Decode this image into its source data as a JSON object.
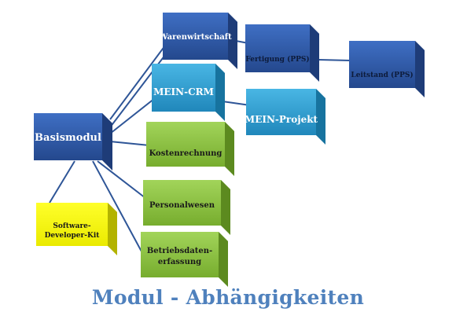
{
  "diagram": {
    "caption": "Modul - Abhängigkeiten",
    "colors": {
      "dark_blue": "#2e58a6",
      "light_blue": "#2fa3d6",
      "green": "#8ec63f",
      "yellow": "#ffff00",
      "connector": "#2e5597",
      "caption": "#4f81bd"
    },
    "nodes": {
      "basismodul": "Basismodul",
      "warenwirtschaft": "Warenwirtschaft",
      "fertigung": "Fertigung (PPS)",
      "leitstand": "Leitstand (PPS)",
      "mein_crm": "MEIN-CRM",
      "mein_projekt": "MEIN-Projekt",
      "kostenrechnung": "Kostenrechnung",
      "personalwesen": "Personalwesen",
      "betriebsdaten_1": "Betriebsdaten-",
      "betriebsdaten_2": "erfassung",
      "sdk_1": "Software-",
      "sdk_2": "Developer-Kit"
    }
  }
}
